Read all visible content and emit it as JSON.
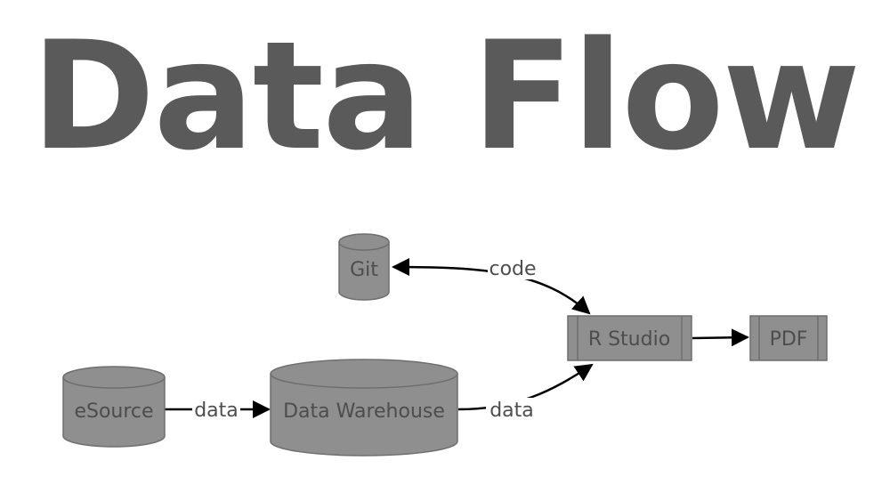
{
  "title": "Data Flow",
  "colors": {
    "node_fill": "#8f8f8f",
    "node_stroke": "#6e6e6e",
    "edge": "#000000",
    "title": "#5a5a5a",
    "text": "#4d4d4d"
  },
  "nodes": {
    "git": "Git",
    "esource": "eSource",
    "warehouse": "Data Warehouse",
    "rstudio": "R Studio",
    "pdf": "PDF"
  },
  "edges": {
    "git_rstudio": "code",
    "esource_warehouse": "data",
    "warehouse_rstudio": "data"
  }
}
